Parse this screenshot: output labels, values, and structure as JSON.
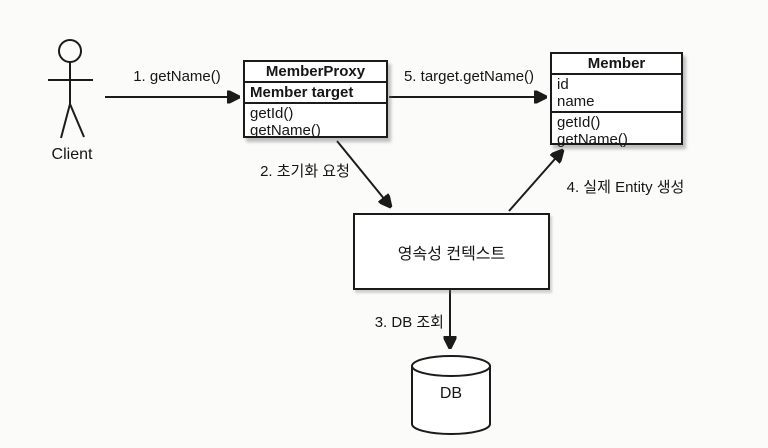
{
  "colors": {
    "line": "#1b1b1b",
    "background": "#fbfbf9",
    "box_fill": "#ffffff"
  },
  "actor": {
    "label": "Client"
  },
  "classes": {
    "member_proxy": {
      "name": "MemberProxy",
      "fields": [
        "Member target"
      ],
      "methods": [
        "getId()",
        "getName()"
      ]
    },
    "member": {
      "name": "Member",
      "fields": [
        "id",
        "name"
      ],
      "methods": [
        "getId()",
        "getName()"
      ]
    }
  },
  "nodes": {
    "persistence_context": {
      "label": "영속성 컨텍스트"
    },
    "database": {
      "label": "DB"
    }
  },
  "edges": [
    {
      "id": 1,
      "label": "1. getName()",
      "from": "client",
      "to": "member_proxy"
    },
    {
      "id": 2,
      "label": "2. 초기화 요청",
      "from": "member_proxy",
      "to": "persistence_context"
    },
    {
      "id": 3,
      "label": "3. DB 조회",
      "from": "persistence_context",
      "to": "database"
    },
    {
      "id": 4,
      "label": "4. 실제 Entity 생성",
      "from": "persistence_context",
      "to": "member"
    },
    {
      "id": 5,
      "label": "5. target.getName()",
      "from": "member_proxy",
      "to": "member"
    }
  ]
}
